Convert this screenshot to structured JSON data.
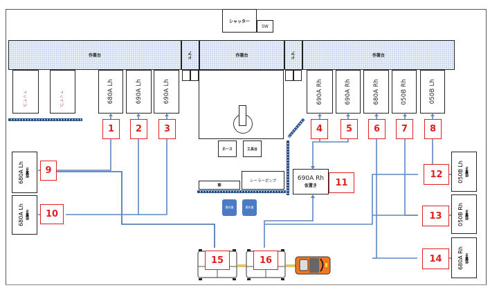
{
  "top": {
    "shutter_label": "シャッター",
    "sw_label": "SW"
  },
  "racks": {
    "left_label": "作業台",
    "center_label": "作業台",
    "right_label": "作業台",
    "gap_left_label": "ドア",
    "gap_right_label": "ドア"
  },
  "stations_top": [
    {
      "id": 1,
      "label": "680A Lh"
    },
    {
      "id": 2,
      "label": "690A Lh"
    },
    {
      "id": 3,
      "label": "690A Lh"
    },
    {
      "id": 4,
      "label": "690A Rh"
    },
    {
      "id": 5,
      "label": "690A Rh"
    },
    {
      "id": 6,
      "label": "680A Rh"
    },
    {
      "id": 7,
      "label": "050B Rh"
    },
    {
      "id": 8,
      "label": "050B Lh"
    }
  ],
  "parking": [
    {
      "label": "パレット"
    },
    {
      "label": "パレット"
    }
  ],
  "left_side": [
    {
      "id": 9,
      "label": "680A Lh",
      "sub": "仮置き"
    },
    {
      "id": 10,
      "label": "680A Lh",
      "sub": "仮置き"
    }
  ],
  "right_side": [
    {
      "id": 12,
      "label": "050B Lh",
      "sub": "仮置き"
    },
    {
      "id": 13,
      "label": "050B Rh",
      "sub": "仮置き"
    },
    {
      "id": 14,
      "label": "680A Rh",
      "sub": "仮置き"
    }
  ],
  "center_station": {
    "id": 11,
    "label": "690A Rh",
    "sub": "仮置き"
  },
  "center": {
    "small_box_1": "ホース",
    "small_box_2": "工具台",
    "shelf_label": "棚",
    "sealing_label": "シーラーボンプ",
    "button_1": "操作盤",
    "button_2": "操作盤"
  },
  "carts": [
    {
      "id": 15
    },
    {
      "id": 16
    }
  ],
  "colors": {
    "number_border": "#e02020",
    "line": "#4f7fc0",
    "hatch": "#c9d7f0",
    "tug": "#f07820"
  }
}
